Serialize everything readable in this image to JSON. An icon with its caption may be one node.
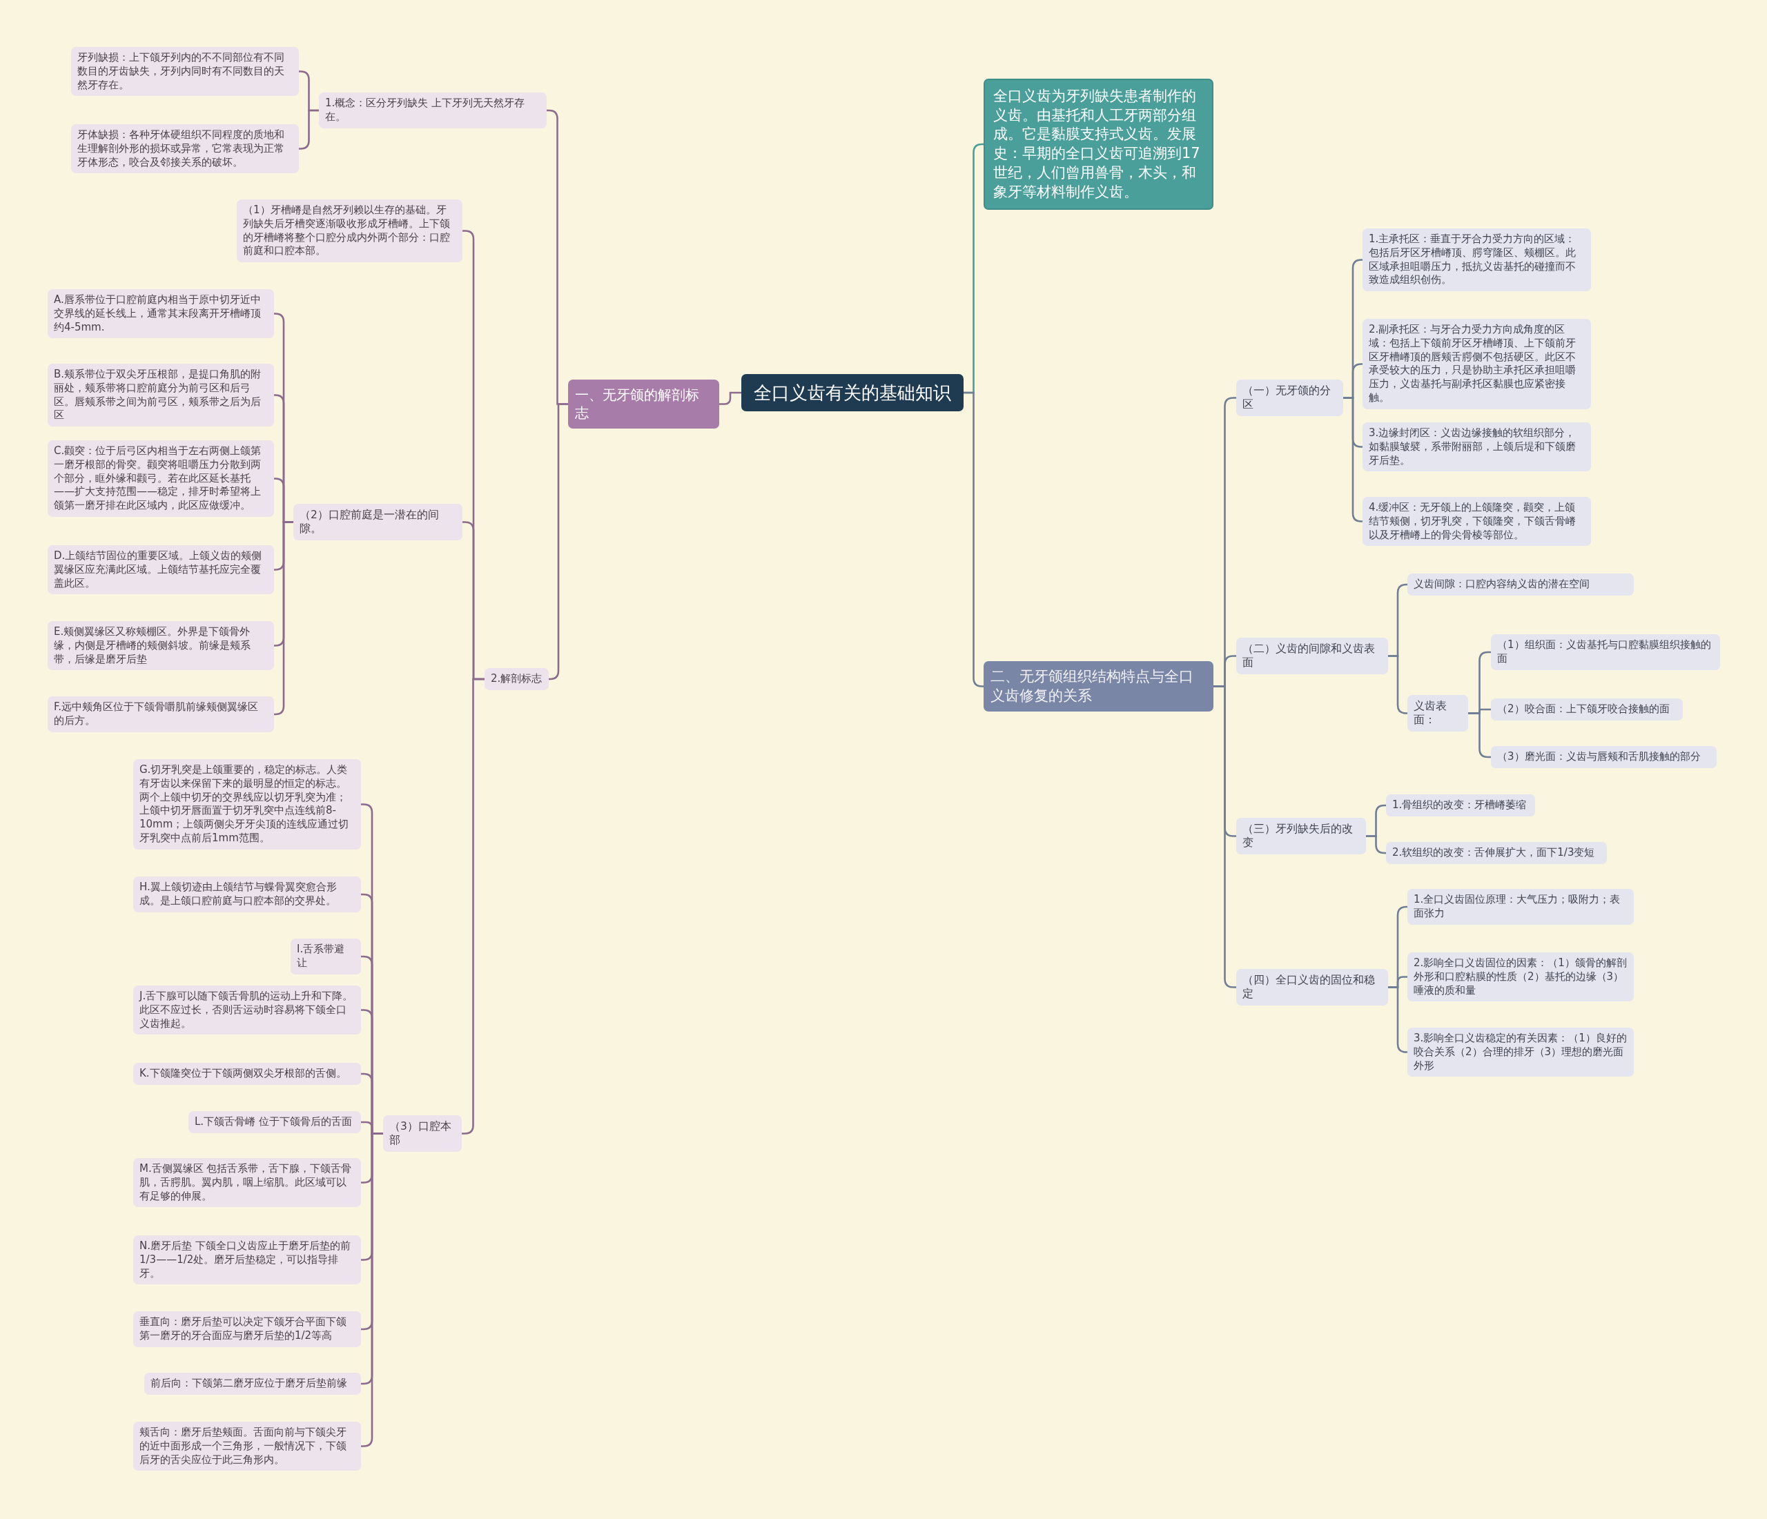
{
  "diagram": {
    "nodes": [
      {
        "text": [
          "全口义齿有关的基础知识"
        ]
      },
      {
        "text": [
          "一、无牙颌的解剖标志"
        ]
      },
      {
        "text": [
          "1.概念：区分牙列缺失 上下牙列无天然牙存在。"
        ]
      },
      {
        "text": [
          "牙列缺损：上下颌牙列内的不不同部位有不同数目的牙齿缺失，牙列内同时有不同数目的天然牙存在。"
        ]
      },
      {
        "text": [
          "牙体缺损：各种牙体硬组织不同程度的质地和生理解剖外形的损坏或异常，它常表现为正常牙体形态，咬合及邻接关系的破坏。"
        ]
      },
      {
        "text": [
          "2.解剖标志"
        ]
      },
      {
        "text": [
          "（1）牙槽嵴是自然牙列赖以生存的基础。牙列缺失后牙槽突逐渐吸收形成牙槽嵴。上下颌的牙槽嵴将整个口腔分成内外两个部分：口腔前庭和口腔本部。"
        ]
      },
      {
        "text": [
          "（2）口腔前庭是一潜在的间隙。"
        ]
      },
      {
        "text": [
          "A.唇系带位于口腔前庭内相当于原中切牙近中交界线的延长线上，通常其末段离开牙槽嵴顶约4-5mm."
        ]
      },
      {
        "text": [
          "B.颊系带位于双尖牙压根部，是提口角肌的附丽处，颊系带将口腔前庭分为前弓区和后弓区。唇颊系带之间为前弓区，颊系带之后为后区"
        ]
      },
      {
        "text": [
          "C.颧突：位于后弓区内相当于左右两侧上颌第一磨牙根部的骨突。颧突将咀嚼压力分散到两个部分，眶外缘和颧弓。若在此区延长基托——扩大支持范围——稳定，排牙时希望将上颌第一磨牙排在此区域内，此区应做缓冲。"
        ]
      },
      {
        "text": [
          "D.上颌结节固位的重要区域。上颌义齿的颊侧翼缘区应充满此区域。上颌结节基托应完全覆盖此区。"
        ]
      },
      {
        "text": [
          "E.颊侧翼缘区又称颊棚区。外界是下颌骨外缘，内侧是牙槽嵴的颊侧斜坡。前缘是颊系带，后缘是磨牙后垫"
        ]
      },
      {
        "text": [
          "F.远中颊角区位于下颌骨嚼肌前缘颊侧翼缘区的后方。"
        ]
      },
      {
        "text": [
          "（3）口腔本部"
        ]
      },
      {
        "text": [
          "G.切牙乳突是上颌重要的，稳定的标志。人类有牙齿以来保留下来的最明显的恒定的标志。两个上颌中切牙的交界线应以切牙乳突为准；上颌中切牙唇面置于切牙乳突中点连线前8-10mm；上颌两侧尖牙牙尖顶的连线应通过切牙乳突中点前后1mm范围。"
        ]
      },
      {
        "text": [
          "H.翼上颌切迹由上颌结节与蝶骨翼突愈合形成。是上颌口腔前庭与口腔本部的交界处。"
        ]
      },
      {
        "text": [
          "I.舌系带避让"
        ]
      },
      {
        "text": [
          "J.舌下腺可以随下颌舌骨肌的运动上升和下降。此区不应过长，否则舌运动时容易将下颌全口义齿推起。"
        ]
      },
      {
        "text": [
          "K.下颌隆突位于下颌两侧双尖牙根部的舌侧。"
        ]
      },
      {
        "text": [
          "L.下颌舌骨嵴 位于下颌骨后的舌面"
        ]
      },
      {
        "text": [
          "M.舌侧翼缘区 包括舌系带，舌下腺，下颌舌骨肌，舌腭肌。翼内肌，咽上缩肌。此区域可以有足够的伸展。"
        ]
      },
      {
        "text": [
          "N.磨牙后垫 下颌全口义齿应止于磨牙后垫的前1/3——1/2处。磨牙后垫稳定，可以指导排牙。"
        ]
      },
      {
        "text": [
          "垂直向：磨牙后垫可以决定下颌牙合平面下颌第一磨牙的牙合面应与磨牙后垫的1/2等高"
        ]
      },
      {
        "text": [
          "前后向：下颌第二磨牙应位于磨牙后垫前缘"
        ]
      },
      {
        "text": [
          "颊舌向：磨牙后垫颊面。舌面向前与下颌尖牙的近中面形成一个三角形，一般情况下，下颌后牙的舌尖应位于此三角形内。"
        ]
      },
      {
        "text": [
          "全口义齿为牙列缺失患者制作的义齿。由基托和人工牙两部分组成。它是黏膜支持式义齿。发展史：早期的全口义齿可追溯到17世纪，人们曾用兽骨，木头，和象牙等材料制作义齿。"
        ]
      },
      {
        "text": [
          "二、无牙颌组织结构特点与全口义齿修复的关系"
        ]
      },
      {
        "text": [
          "（一）无牙颌的分区"
        ]
      },
      {
        "text": [
          "1.主承托区：垂直于牙合力受力方向的区域：包括后牙区牙槽嵴顶、腭穹隆区、颊棚区。此区域承担咀嚼压力，抵抗义齿基托的碰撞而不致造成组织创伤。"
        ]
      },
      {
        "text": [
          "2.副承托区：与牙合力受力方向成角度的区域：包括上下颌前牙区牙槽嵴顶、上下颌前牙区牙槽嵴顶的唇颊舌腭侧不包括硬区。此区不承受较大的压力，只是协助主承托区承担咀嚼压力，义齿基托与副承托区黏膜也应紧密接触。"
        ]
      },
      {
        "text": [
          "3.边缘封闭区：义齿边缘接触的软组织部分，如黏膜皱襞，系带附丽部，上颌后堤和下颌磨牙后垫。"
        ]
      },
      {
        "text": [
          "4.缓冲区：无牙颌上的上颌隆突，颧突，上颌结节颊侧，切牙乳突，下颌隆突，下颌舌骨嵴以及牙槽嵴上的骨尖骨棱等部位。"
        ]
      },
      {
        "text": [
          "（二）义齿的间隙和义齿表面"
        ]
      },
      {
        "text": [
          "义齿间隙：口腔内容纳义齿的潜在空间"
        ]
      },
      {
        "text": [
          "义齿表面："
        ]
      },
      {
        "text": [
          "（1）组织面：义齿基托与口腔黏膜组织接触的面"
        ]
      },
      {
        "text": [
          "（2）咬合面：上下颌牙咬合接触的面"
        ]
      },
      {
        "text": [
          "（3）磨光面：义齿与唇颊和舌肌接触的部分"
        ]
      },
      {
        "text": [
          "（三）牙列缺失后的改变"
        ]
      },
      {
        "text": [
          "1.骨组织的改变：牙槽嵴萎缩"
        ]
      },
      {
        "text": [
          "2.软组织的改变：舌伸展扩大，面下1/3变短"
        ]
      },
      {
        "text": [
          "（四）全口义齿的固位和稳定"
        ]
      },
      {
        "text": [
          "1.全口义齿固位原理：大气压力；吸附力；表面张力"
        ]
      },
      {
        "text": [
          "2.影响全口义齿固位的因素：（1）颌骨的解剖外形和口腔粘膜的性质（2）基托的边缘（3）唾液的质和量"
        ]
      },
      {
        "text": [
          "3.影响全口义齿稳定的有关因素：（1）良好的咬合关系（2）合理的排牙（3）理想的磨光面外形"
        ]
      }
    ],
    "edges": [
      {
        "from": 0,
        "to": 1,
        "arrow": "none"
      },
      {
        "from": 1,
        "to": 2,
        "arrow": "none"
      },
      {
        "from": 2,
        "to": 3,
        "arrow": "none"
      },
      {
        "from": 2,
        "to": 4,
        "arrow": "none"
      },
      {
        "from": 1,
        "to": 5,
        "arrow": "none"
      },
      {
        "from": 5,
        "to": 6,
        "arrow": "none"
      },
      {
        "from": 5,
        "to": 7,
        "arrow": "none"
      },
      {
        "from": 7,
        "to": 8,
        "arrow": "none"
      },
      {
        "from": 7,
        "to": 9,
        "arrow": "none"
      },
      {
        "from": 7,
        "to": 10,
        "arrow": "none"
      },
      {
        "from": 7,
        "to": 11,
        "arrow": "none"
      },
      {
        "from": 7,
        "to": 12,
        "arrow": "none"
      },
      {
        "from": 7,
        "to": 13,
        "arrow": "none"
      },
      {
        "from": 5,
        "to": 14,
        "arrow": "none"
      },
      {
        "from": 14,
        "to": 15,
        "arrow": "none"
      },
      {
        "from": 14,
        "to": 16,
        "arrow": "none"
      },
      {
        "from": 14,
        "to": 17,
        "arrow": "none"
      },
      {
        "from": 14,
        "to": 18,
        "arrow": "none"
      },
      {
        "from": 14,
        "to": 19,
        "arrow": "none"
      },
      {
        "from": 14,
        "to": 20,
        "arrow": "none"
      },
      {
        "from": 14,
        "to": 21,
        "arrow": "none"
      },
      {
        "from": 14,
        "to": 22,
        "arrow": "none"
      },
      {
        "from": 14,
        "to": 23,
        "arrow": "none"
      },
      {
        "from": 14,
        "to": 24,
        "arrow": "none"
      },
      {
        "from": 14,
        "to": 25,
        "arrow": "none"
      },
      {
        "from": 0,
        "to": 26,
        "arrow": "none",
        "color": "#4a9f9a"
      },
      {
        "from": 0,
        "to": 27,
        "arrow": "none",
        "color": "#6f7d95"
      },
      {
        "from": 27,
        "to": 28,
        "arrow": "none",
        "color": "#6f7d95"
      },
      {
        "from": 28,
        "to": 29,
        "arrow": "none",
        "color": "#6f7d95"
      },
      {
        "from": 28,
        "to": 30,
        "arrow": "none",
        "color": "#6f7d95"
      },
      {
        "from": 28,
        "to": 31,
        "arrow": "none",
        "color": "#6f7d95"
      },
      {
        "from": 28,
        "to": 32,
        "arrow": "none",
        "color": "#6f7d95"
      },
      {
        "from": 27,
        "to": 33,
        "arrow": "none",
        "color": "#6f7d95"
      },
      {
        "from": 33,
        "to": 34,
        "arrow": "none",
        "color": "#6f7d95"
      },
      {
        "from": 33,
        "to": 35,
        "arrow": "none",
        "color": "#6f7d95"
      },
      {
        "from": 35,
        "to": 36,
        "arrow": "none",
        "color": "#6f7d95"
      },
      {
        "from": 35,
        "to": 37,
        "arrow": "none",
        "color": "#6f7d95"
      },
      {
        "from": 35,
        "to": 38,
        "arrow": "none",
        "color": "#6f7d95"
      },
      {
        "from": 27,
        "to": 39,
        "arrow": "none",
        "color": "#6f7d95"
      },
      {
        "from": 39,
        "to": 40,
        "arrow": "none",
        "color": "#6f7d95"
      },
      {
        "from": 39,
        "to": 41,
        "arrow": "none",
        "color": "#6f7d95"
      },
      {
        "from": 27,
        "to": 42,
        "arrow": "none",
        "color": "#6f7d95"
      },
      {
        "from": 42,
        "to": 43,
        "arrow": "none",
        "color": "#6f7d95"
      },
      {
        "from": 42,
        "to": 44,
        "arrow": "none",
        "color": "#6f7d95"
      },
      {
        "from": 42,
        "to": 45,
        "arrow": "none",
        "color": "#6f7d95"
      }
    ]
  }
}
